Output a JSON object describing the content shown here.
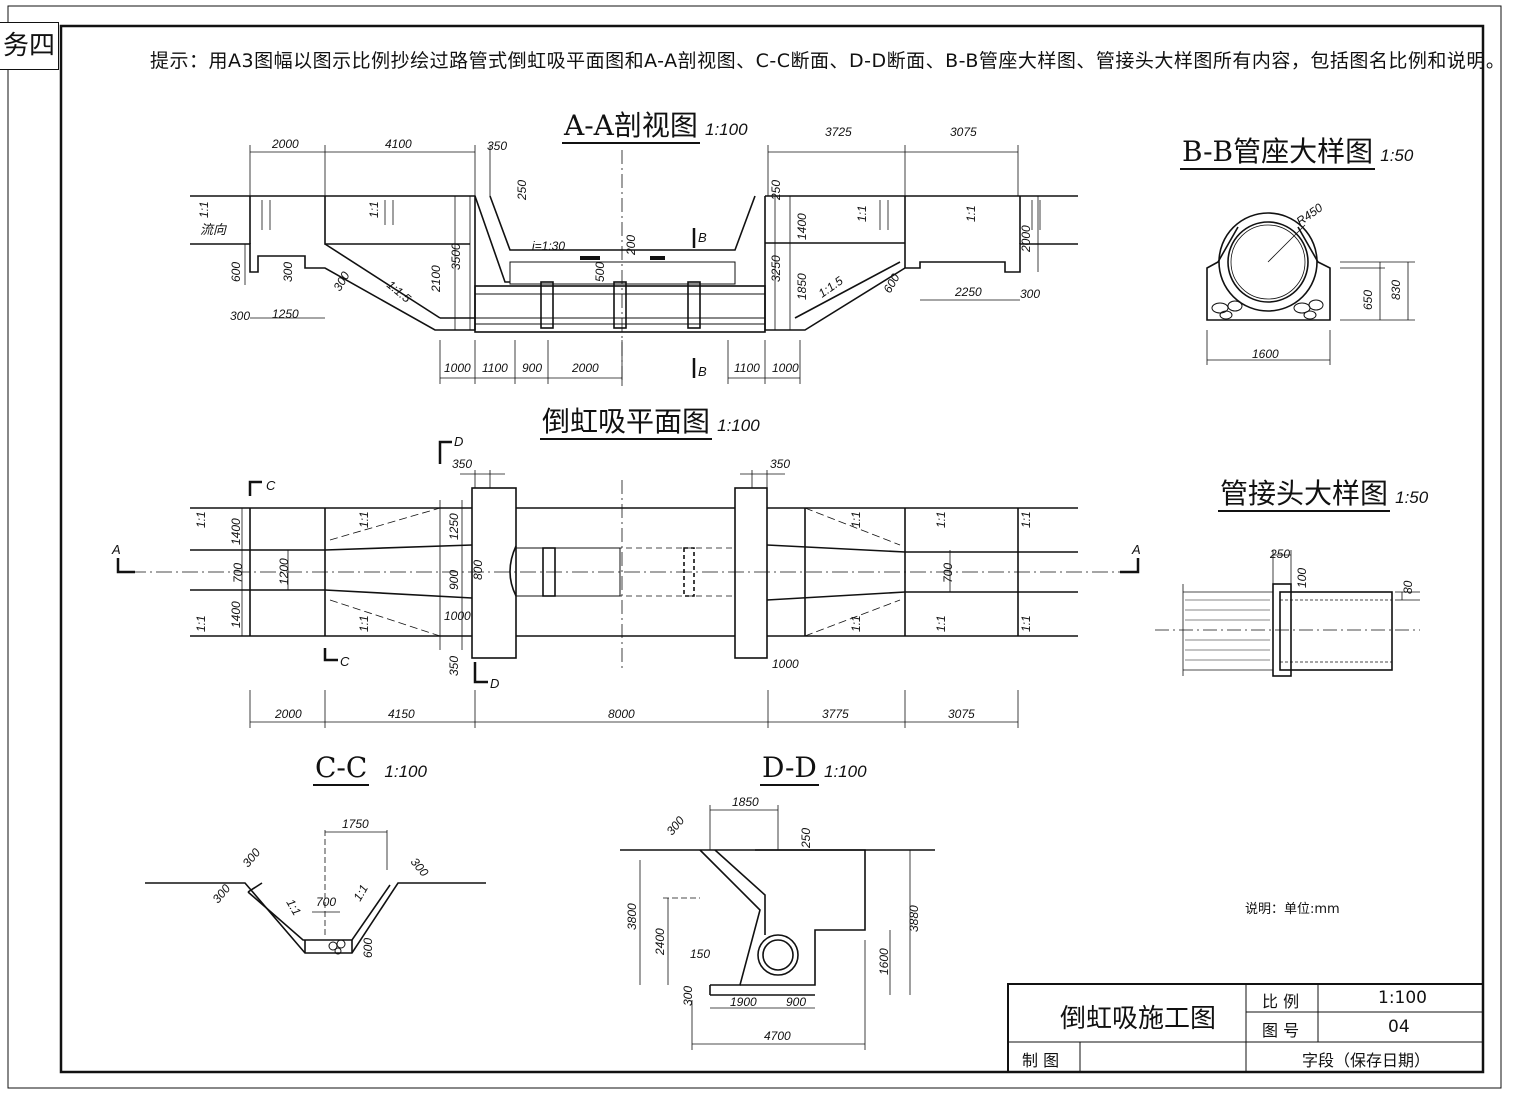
{
  "sheet": {
    "corner_label": "务四",
    "hint": "提示：用A3图幅以图示比例抄绘过路管式倒虹吸平面图和A-A剖视图、C-C断面、D-D断面、B-B管座大样图、管接头大样图所有内容，包括图名比例和说明。",
    "note": "说明：单位:mm"
  },
  "views": {
    "aa": {
      "title": "A-A剖视图",
      "scale": "1:100"
    },
    "bb": {
      "title": "B-B管座大样图",
      "scale": "1:50"
    },
    "plan": {
      "title": "倒虹吸平面图",
      "scale": "1:100"
    },
    "joint": {
      "title": "管接头大样图",
      "scale": "1:50"
    },
    "cc": {
      "title": "C-C",
      "scale": "1:100"
    },
    "dd": {
      "title": "D-D",
      "scale": "1:100"
    }
  },
  "dims": {
    "aa_top": [
      "2000",
      "4100",
      "350",
      "3725",
      "3075"
    ],
    "aa_bottom": [
      "1000",
      "1100",
      "900",
      "2000",
      "1100",
      "1000"
    ],
    "aa_misc": [
      "250",
      "250",
      "1400",
      "3500",
      "2100",
      "3250",
      "1850",
      "2000",
      "600",
      "300",
      "300",
      "1250",
      "2250",
      "300",
      "500",
      "200",
      "300",
      "600"
    ],
    "aa_slopes": [
      "1:1",
      "1:1",
      "1:1",
      "1:1",
      "1:1.5",
      "1:1.5",
      "i=1:30"
    ],
    "aa_label_flow": "流向",
    "bb": [
      "R450",
      "650",
      "830",
      "1600"
    ],
    "plan_bottom": [
      "2000",
      "4150",
      "8000",
      "3775",
      "3075"
    ],
    "plan_misc": [
      "350",
      "350",
      "1250",
      "800",
      "900",
      "1000",
      "350",
      "1400",
      "700",
      "1400",
      "1200",
      "700",
      "1000"
    ],
    "plan_section_marks": [
      "A",
      "A",
      "C",
      "C",
      "D",
      "D",
      "B",
      "B"
    ],
    "plan_slopes": [
      "1:1",
      "1:1",
      "1:1",
      "1:1",
      "1:1",
      "1:1",
      "1:1",
      "1:1",
      "1:1",
      "1:1"
    ],
    "joint": [
      "250",
      "100",
      "80"
    ],
    "cc": [
      "1750",
      "300",
      "300",
      "300",
      "700",
      "600",
      "1:1",
      "1:1"
    ],
    "dd": [
      "1850",
      "300",
      "250",
      "3800",
      "2400",
      "3880",
      "1600",
      "150",
      "300",
      "1900",
      "900",
      "4700"
    ]
  },
  "title_block": {
    "drawing_name": "倒虹吸施工图",
    "scale_label": "比 例",
    "scale_value": "1:100",
    "number_label": "图 号",
    "number_value": "04",
    "drawn_label": "制 图",
    "date_field": "字段（保存日期）"
  }
}
